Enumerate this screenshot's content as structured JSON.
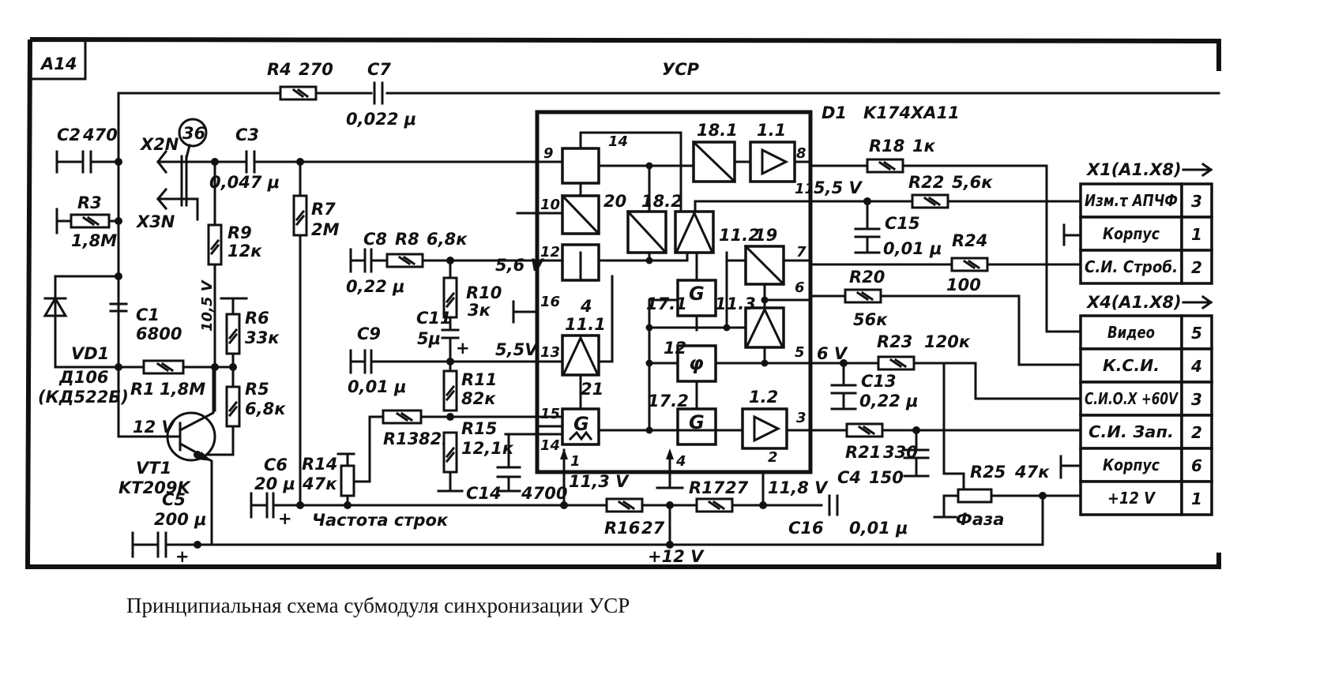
{
  "module_label": "A14",
  "title": "УСР",
  "caption": "Принципиальная схема субмодуля синхронизации УСР",
  "ic": {
    "ref": "D1",
    "part": "K174XA11"
  },
  "components": {
    "R4": {
      "ref": "R4",
      "value": "270"
    },
    "C7": {
      "ref": "C7",
      "value": "0,022 μ"
    },
    "C2": {
      "ref": "C2",
      "value": "470"
    },
    "R3": {
      "ref": "R3",
      "value": "1,8M"
    },
    "C3": {
      "ref": "C3",
      "value": "0,047 μ"
    },
    "R9": {
      "ref": "R9",
      "value": "12к"
    },
    "R7": {
      "ref": "R7",
      "value": "2M"
    },
    "C1": {
      "ref": "C1",
      "value": "6800"
    },
    "VD1": {
      "ref": "VD1",
      "value": "Д106",
      "alt": "(КД522Б)"
    },
    "R1": {
      "ref": "R1",
      "value": "1,8M"
    },
    "R6": {
      "ref": "R6",
      "value": "33к"
    },
    "R5": {
      "ref": "R5",
      "value": "6,8к"
    },
    "VT1": {
      "ref": "VT1",
      "value": "KT209K"
    },
    "C5": {
      "ref": "C5",
      "value": "200 μ"
    },
    "C6": {
      "ref": "C6",
      "value": "20 μ"
    },
    "C8": {
      "ref": "C8",
      "value": "0,22 μ"
    },
    "R8": {
      "ref": "R8",
      "value": "6,8к"
    },
    "R10": {
      "ref": "R10",
      "value": "3к"
    },
    "C11": {
      "ref": "C11",
      "value": "5μ"
    },
    "C9": {
      "ref": "C9",
      "value": "0,01 μ"
    },
    "R11": {
      "ref": "R11",
      "value": "82к"
    },
    "R13": {
      "ref": "R13",
      "value": "82к"
    },
    "R15": {
      "ref": "R15",
      "value": "12,1к"
    },
    "R14": {
      "ref": "R14",
      "value": "47к"
    },
    "C14": {
      "ref": "C14",
      "value": "4700"
    },
    "R16": {
      "ref": "R16",
      "value": "27"
    },
    "R17": {
      "ref": "R17",
      "value": "27"
    },
    "C16": {
      "ref": "C16",
      "value": "0,01 μ"
    },
    "R18": {
      "ref": "R18",
      "value": "1к"
    },
    "R22": {
      "ref": "R22",
      "value": "5,6к"
    },
    "C15": {
      "ref": "C15",
      "value": "0,01 μ"
    },
    "R24": {
      "ref": "R24",
      "value": "100"
    },
    "R20": {
      "ref": "R20",
      "value": "56к"
    },
    "R23": {
      "ref": "R23",
      "value": "120к"
    },
    "C13": {
      "ref": "C13",
      "value": "0,22 μ"
    },
    "R21": {
      "ref": "R21",
      "value": "330"
    },
    "C4": {
      "ref": "C4",
      "value": "150"
    },
    "R25": {
      "ref": "R25",
      "value": "47к"
    }
  },
  "labels": {
    "x2n": "X2N",
    "x3n": "X3N",
    "test_point": "36",
    "v_10_5": "10,5 V",
    "v_12": "12 V",
    "v_5_6": "5,6 V",
    "v_5_5_left": "5,5V",
    "v_5_5_right": "5,5 V",
    "v_6": "6 V",
    "v_11_3": "11,3 V",
    "v_11_8": "11,8 V",
    "v_plus12": "+12 V",
    "line_freq": "Частота строк",
    "phase": "Фаза"
  },
  "ic_blocks": [
    "18.1",
    "1.1",
    "18.2",
    "20",
    "11.2",
    "19",
    "17.1",
    "11.3",
    "11.1",
    "12",
    "17.2",
    "1.2",
    "21",
    "4"
  ],
  "ic_pins": [
    "9",
    "14",
    "10",
    "12",
    "16",
    "13",
    "15",
    "14",
    "1",
    "4",
    "2",
    "3",
    "5",
    "6",
    "7",
    "11",
    "8"
  ],
  "connectors": [
    {
      "name": "X1(A1.X8)",
      "rows": [
        {
          "label": "Изм.τ АПЧФ",
          "pin": "3"
        },
        {
          "label": "Корпус",
          "pin": "1"
        },
        {
          "label": "С.И. Строб.",
          "pin": "2"
        }
      ]
    },
    {
      "name": "X4(A1.X8)",
      "rows": [
        {
          "label": "Видео",
          "pin": "5"
        },
        {
          "label": "К.С.И.",
          "pin": "4"
        },
        {
          "label": "С.И.О.Х +60V",
          "pin": "3"
        },
        {
          "label": "С.И. Зап.",
          "pin": "2"
        },
        {
          "label": "Корпус",
          "pin": "6"
        },
        {
          "label": "+12 V",
          "pin": "1"
        }
      ]
    }
  ]
}
